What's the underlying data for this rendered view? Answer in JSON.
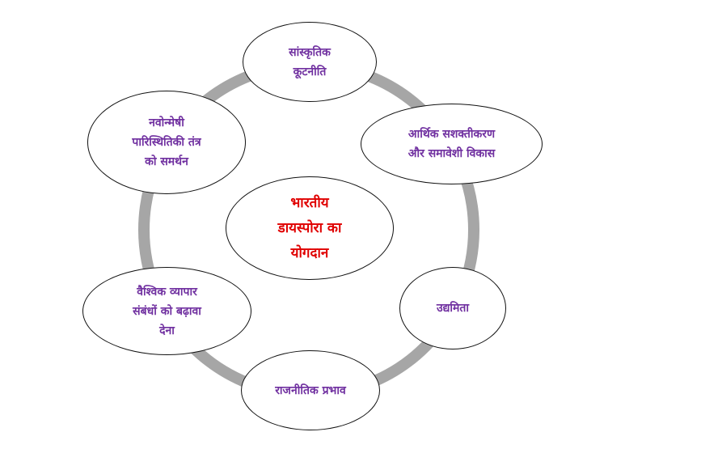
{
  "colors": {
    "ring": "#a6a6a6",
    "node_text": "#7030a0",
    "center_text": "#e00000",
    "outline": "#111111"
  },
  "center": {
    "lines": [
      "भारतीय",
      "डायस्पोरा का",
      "योगदान"
    ]
  },
  "nodes": [
    {
      "lines": [
        "सांस्कृतिक",
        "कूटनीति"
      ]
    },
    {
      "lines": [
        "आर्थिक सशक्तीकरण",
        "और समावेशी विकास"
      ]
    },
    {
      "lines": [
        "उद्यमिता"
      ]
    },
    {
      "lines": [
        "राजनीतिक प्रभाव"
      ]
    },
    {
      "lines": [
        "वैश्विक व्यापार",
        "संबंधों को बढ़ावा",
        "देना"
      ]
    },
    {
      "lines": [
        "नवोन्मेषी",
        "पारिस्थितिकी तंत्र",
        "को समर्थन"
      ]
    }
  ]
}
